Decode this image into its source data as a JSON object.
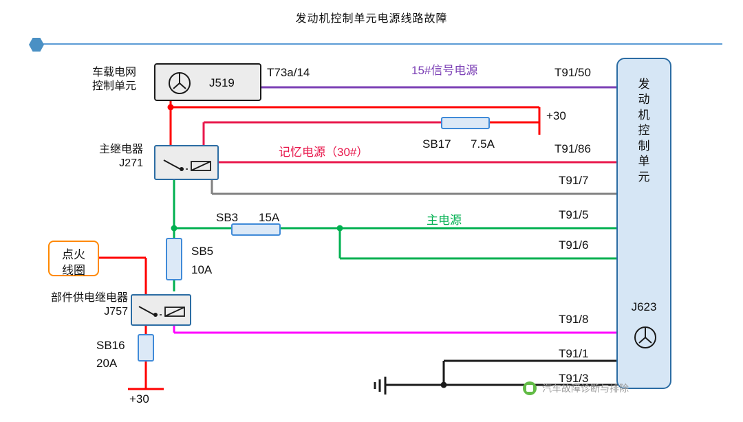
{
  "page": {
    "title": "发动机控制单元电源线路故障"
  },
  "colors": {
    "rule": "#5b9bd5",
    "red": "#ff0000",
    "crimson": "#e8174b",
    "purple": "#7b3fb5",
    "green": "#00b050",
    "magenta": "#ff00ff",
    "gray": "#808080",
    "black": "#1a1a1a",
    "ecu_fill": "#d6e6f5",
    "ecu_border": "#2b6ca3",
    "fuse_fill": "#dce9f7",
    "fuse_border": "#3f8ad8",
    "orange": "#ff8800"
  },
  "components": {
    "j519": {
      "label_line1": "车载电网",
      "label_line2": "控制单元",
      "code": "J519",
      "icon": "meter-icon"
    },
    "j271": {
      "label_line1": "主继电器",
      "label_line2": "J271",
      "icon": "relay-icon"
    },
    "j757": {
      "label_line1": "部件供电继电器",
      "label_line2": "J757",
      "icon": "relay-icon"
    },
    "ignition_coil": {
      "line1": "点火",
      "line2": "线圈"
    },
    "ecu": {
      "text": "发动机控制单元",
      "code": "J623",
      "icon": "meter-icon"
    },
    "ground": {
      "icon": "ground-icon"
    }
  },
  "fuses": [
    {
      "name": "SB17",
      "rating": "7.5A"
    },
    {
      "name": "SB3",
      "rating": "15A"
    },
    {
      "name": "SB5",
      "rating": "10A"
    },
    {
      "name": "SB16",
      "rating": "20A"
    }
  ],
  "wire_labels": {
    "t73a14": "T73a/14",
    "signal_power": "15#信号电源",
    "memory_power": "记忆电源（30#）",
    "main_power": "主电源",
    "plus30_top": "+30",
    "plus30_bottom": "+30"
  },
  "terminals": [
    "T91/50",
    "T91/86",
    "T91/7",
    "T91/5",
    "T91/6",
    "T91/8",
    "T91/1",
    "T91/3"
  ],
  "watermark": {
    "text": "汽车故障诊断与排除",
    "icon": "wechat-account-icon"
  }
}
